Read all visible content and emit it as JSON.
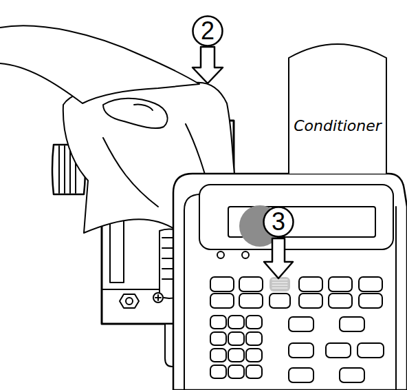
{
  "diagram": {
    "nodes": [
      {
        "text": [
          "2"
        ]
      },
      {
        "text": [
          "Conditioner"
        ]
      },
      {
        "text": [
          "3"
        ]
      }
    ],
    "edges": []
  }
}
